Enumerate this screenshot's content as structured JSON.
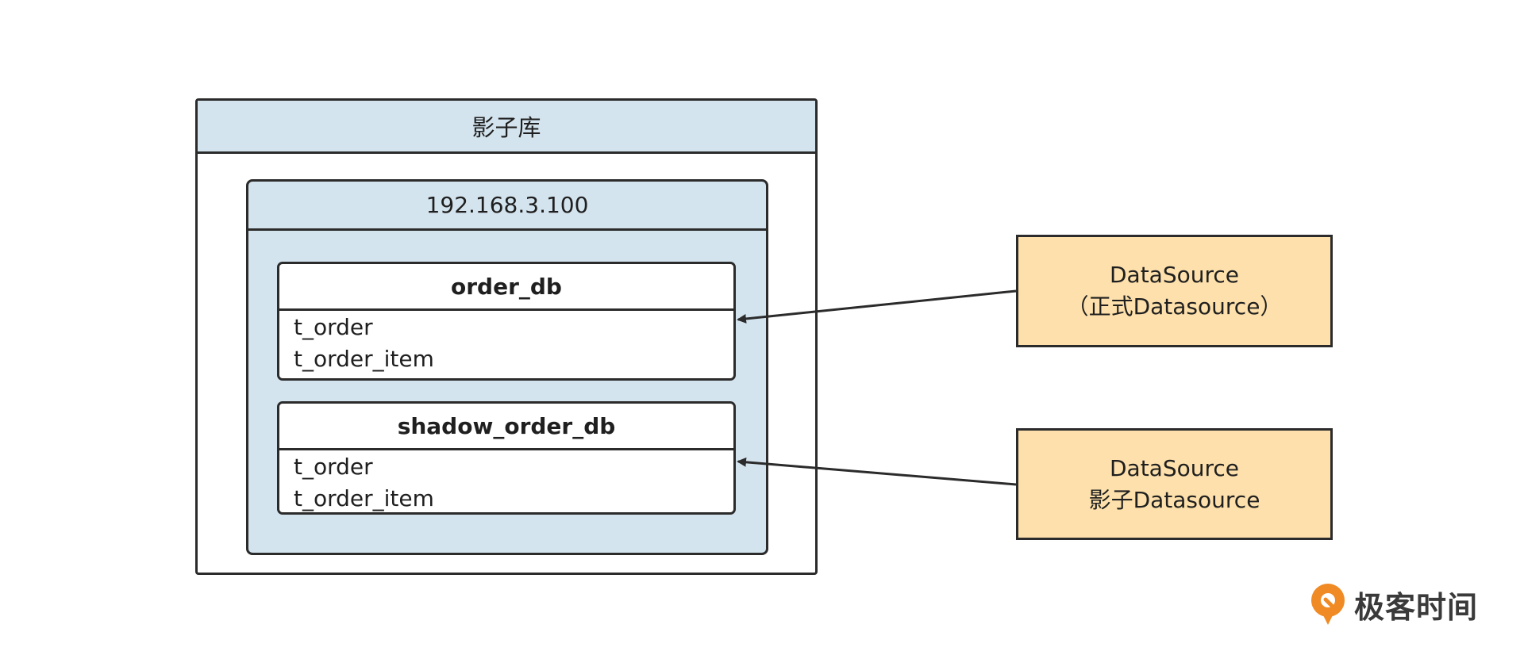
{
  "outer": {
    "title": "影子库"
  },
  "server": {
    "address": "192.168.3.100"
  },
  "databases": [
    {
      "name": "order_db",
      "tables": [
        "t_order",
        "t_order_item"
      ]
    },
    {
      "name": "shadow_order_db",
      "tables": [
        "t_order",
        "t_order_item"
      ]
    }
  ],
  "datasources": [
    {
      "line1": "DataSource",
      "line2": "（正式Datasource）"
    },
    {
      "line1": "DataSource",
      "line2": "影子Datasource"
    }
  ],
  "colors": {
    "container_fill": "#d4e4ee",
    "datasource_fill": "#fde0ab",
    "stroke": "#2b2b2b",
    "logo_accent": "#f08a24"
  },
  "logo": {
    "text": "极客时间",
    "icon": "geektime-logo-icon"
  }
}
